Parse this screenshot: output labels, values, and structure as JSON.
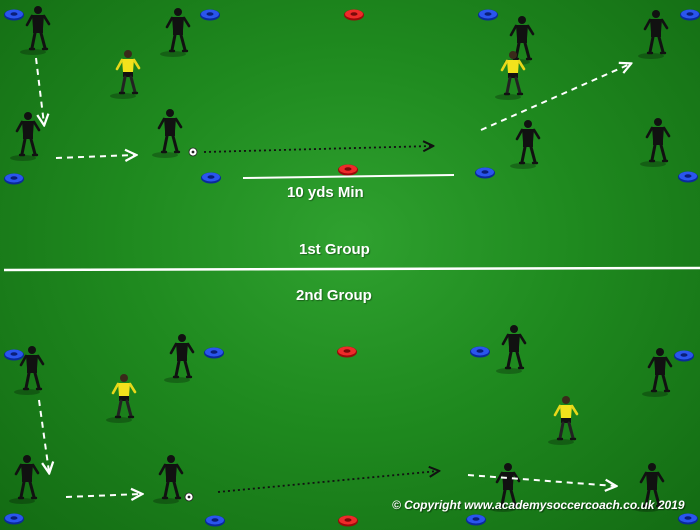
{
  "labels": {
    "distance": "10 yds Min",
    "group1": "1st Group",
    "group2": "2nd Group",
    "copyright": "© Copyright www.academysoccercoach.co.uk 2019"
  },
  "colors": {
    "pitch": "#1f8a1f",
    "cone_blue": "#1a3fd6",
    "cone_red": "#e01b1b",
    "player_dark": "#111111",
    "player_yellow": "#f2e21c",
    "line": "#ffffff"
  }
}
